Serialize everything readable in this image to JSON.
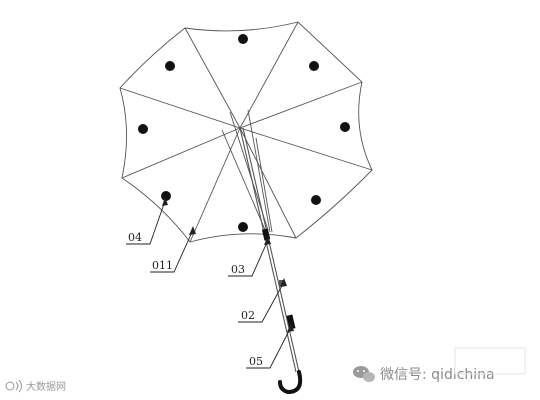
{
  "figure": {
    "callouts": {
      "label_04": "04",
      "label_011": "011",
      "label_03": "03",
      "label_02": "02",
      "label_05": "05"
    }
  },
  "watermarks": {
    "right_text": "微信号: qidichina",
    "left_text": "大数据网"
  },
  "colors": {
    "line": "#555555",
    "dot": "#111111",
    "watermark": "#8a8a8a"
  },
  "icons": {
    "wechat": "wechat-bubble-icon",
    "left_logo": "signal-logo-icon"
  }
}
